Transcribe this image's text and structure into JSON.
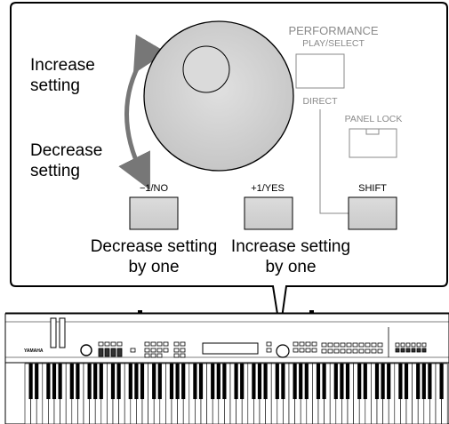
{
  "labels": {
    "increase_setting_line1": "Increase",
    "increase_setting_line2": "setting",
    "decrease_setting_line1": "Decrease",
    "decrease_setting_line2": "setting",
    "decrease_by_one_line1": "Decrease setting",
    "decrease_by_one_line2": "by one",
    "increase_by_one_line1": "Increase setting",
    "increase_by_one_line2": "by one"
  },
  "panel": {
    "performance": "PERFORMANCE",
    "play_select": "PLAY/SELECT",
    "direct": "DIRECT",
    "panel_lock": "PANEL LOCK",
    "minus_no": "−1/NO",
    "plus_yes": "+1/YES",
    "shift": "SHIFT"
  },
  "brand": "YAMAHA",
  "colors": {
    "button_fill": "#d4d4d4",
    "gray_text": "#8a8a8a",
    "arrow": "#777777",
    "callout_border": "#000000"
  }
}
